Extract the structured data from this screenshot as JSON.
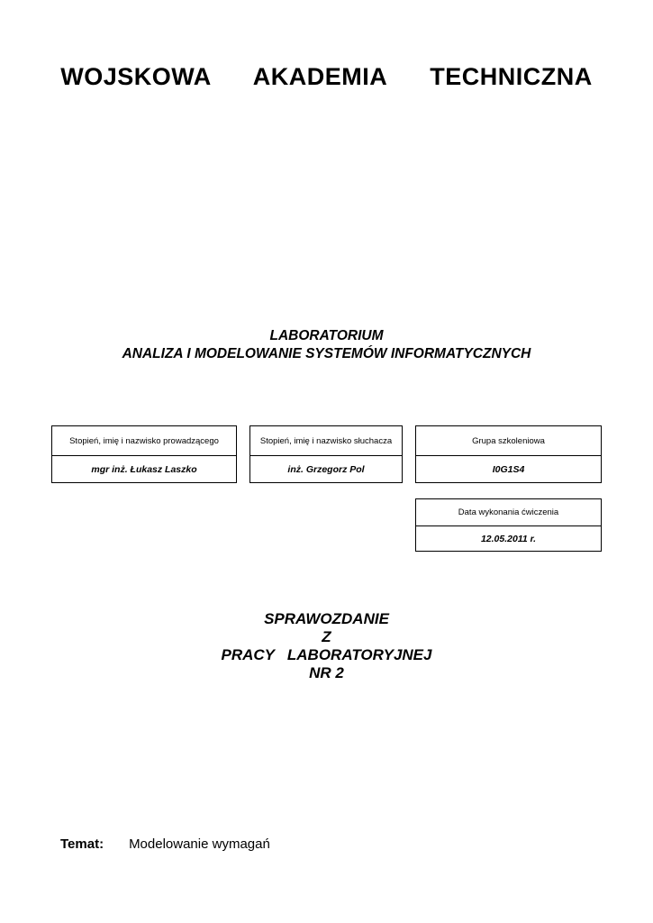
{
  "document": {
    "university_title": "WOJSKOWA   AKADEMIA   TECHNICZNA",
    "lab_heading": {
      "line1": "LABORATORIUM",
      "line2": "ANALIZA I MODELOWANIE SYSTEMÓW INFORMATYCZNYCH"
    },
    "info_boxes": {
      "supervisor": {
        "header": "Stopień, imię i nazwisko prowadzącego",
        "value": "mgr inż. Łukasz Laszko"
      },
      "student": {
        "header": "Stopień, imię i nazwisko słuchacza",
        "value": "inż. Grzegorz Pol"
      },
      "group": {
        "header": "Grupa szkoleniowa",
        "value": "I0G1S4"
      },
      "date": {
        "header": "Data wykonania ćwiczenia",
        "value": "12.05.2011 r."
      }
    },
    "report_title": {
      "line1": "SPRAWOZDANIE",
      "line2": "Z",
      "line3": "PRACY   LABORATORYJNEJ",
      "line4": "NR 2"
    },
    "topic": {
      "label": "Temat:",
      "value": "Modelowanie wymagań"
    },
    "colors": {
      "page_background": "#ffffff",
      "text": "#000000",
      "border": "#000000"
    }
  }
}
